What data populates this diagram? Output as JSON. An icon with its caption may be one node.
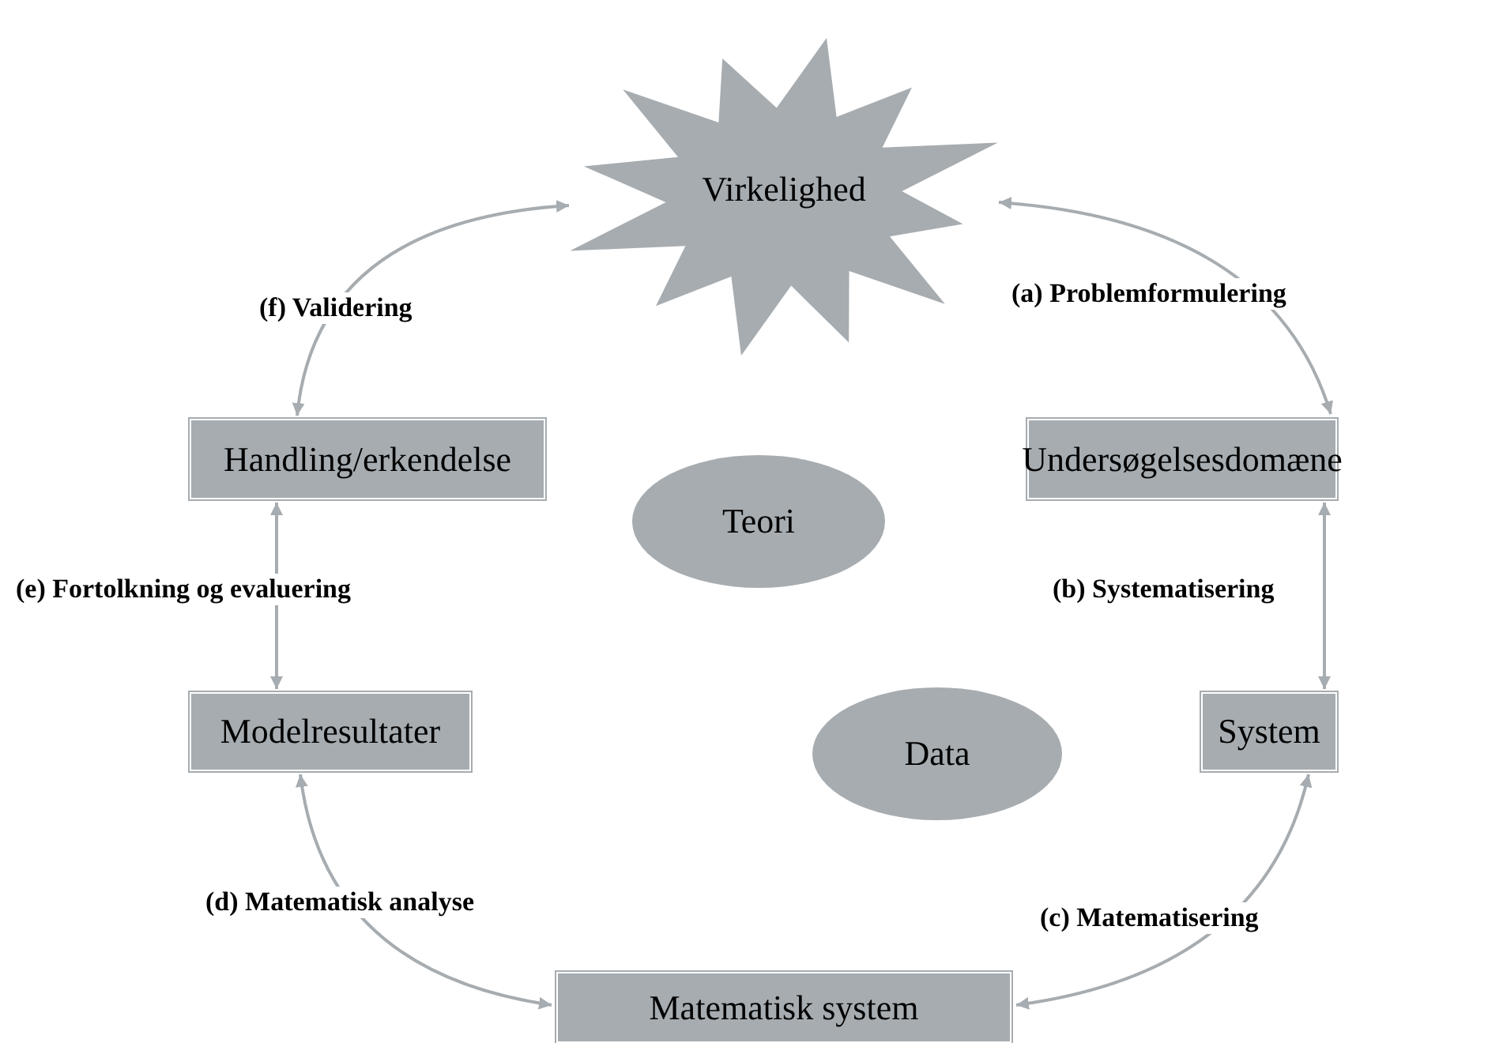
{
  "diagram": {
    "nodes": [
      {
        "text": [
          "Virkelighed"
        ]
      },
      {
        "text": [
          "Undersøgelsesdomæne"
        ]
      },
      {
        "text": [
          "System"
        ]
      },
      {
        "text": [
          "Matematisk system"
        ]
      },
      {
        "text": [
          "Modelresultater"
        ]
      },
      {
        "text": [
          "Handling/erkendelse"
        ]
      },
      {
        "text": [
          "Teori"
        ]
      },
      {
        "text": [
          "Data"
        ]
      }
    ],
    "edges": [
      {
        "from": 0,
        "to": 1,
        "arrow": "both",
        "label": "(a) Problemformulering"
      },
      {
        "from": 1,
        "to": 2,
        "arrow": "both",
        "label": "(b) Systematisering"
      },
      {
        "from": 2,
        "to": 3,
        "arrow": "both",
        "label": "(c) Matematisering"
      },
      {
        "from": 3,
        "to": 4,
        "arrow": "both",
        "label": "(d) Matematisk analyse"
      },
      {
        "from": 4,
        "to": 5,
        "arrow": "both",
        "label": "(e) Fortolkning og evaluering"
      },
      {
        "from": 5,
        "to": 0,
        "arrow": "both",
        "label": "(f) Validering"
      }
    ]
  }
}
